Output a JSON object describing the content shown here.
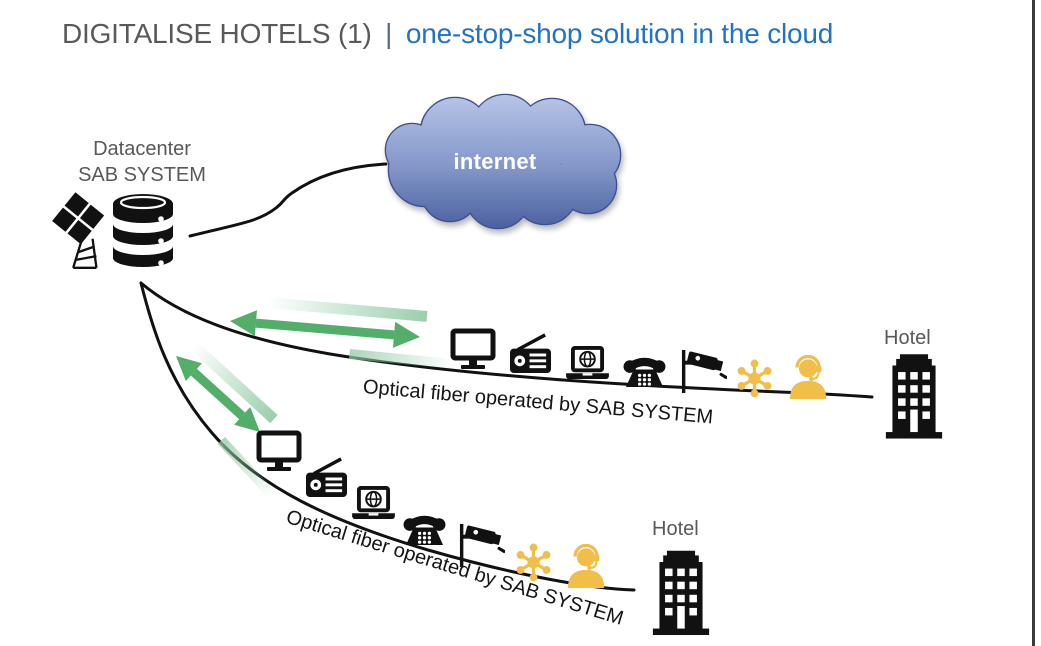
{
  "slide": {
    "title": {
      "main": "DIGITALISE HOTELS (1)",
      "divider": "|",
      "accent": "one-stop-shop solution in the cloud"
    },
    "datacenter": {
      "line1": "Datacenter",
      "line2": "SAB SYSTEM"
    },
    "cloud": {
      "label": "internet"
    },
    "links": [
      {
        "fiber_label": "Optical fiber operated by SAB SYSTEM",
        "hotel_label": "Hotel",
        "devices": [
          "tv-monitor",
          "radio",
          "laptop-internet",
          "telephone",
          "cctv-camera",
          "network-hub",
          "support-agent"
        ]
      },
      {
        "fiber_label": "Optical fiber operated by SAB SYSTEM",
        "hotel_label": "Hotel",
        "devices": [
          "tv-monitor",
          "radio",
          "laptop-internet",
          "telephone",
          "cctv-camera",
          "network-hub",
          "support-agent"
        ]
      }
    ],
    "colors": {
      "title_gray": "#595959",
      "accent_blue": "#2273c3",
      "label_gray": "#595959",
      "line_black": "#111111",
      "arrow_green": "#53ae69",
      "device_yellow": "#f2be4a",
      "cloud_fill_top": "#b9c6e8",
      "cloud_fill_bottom": "#4a5f9e",
      "cloud_stroke": "#3b4f8e",
      "window_edge": "#3a3a3a"
    }
  }
}
